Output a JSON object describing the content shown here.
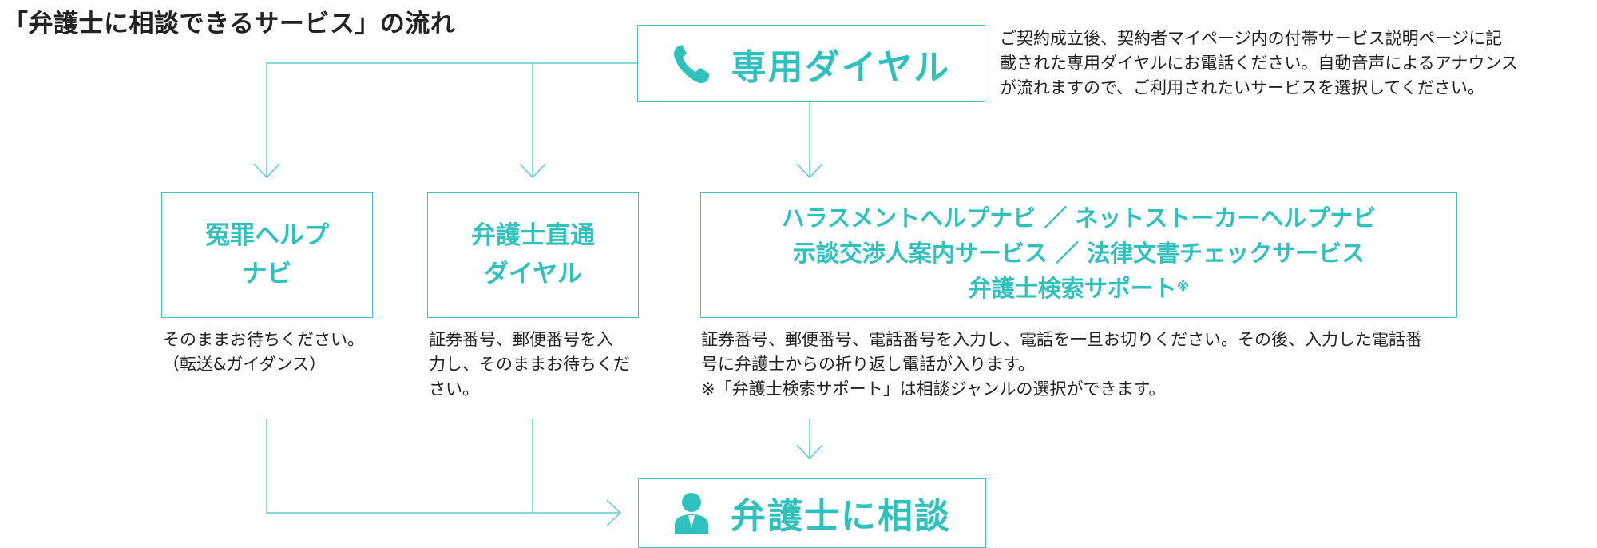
{
  "title": "「弁護士に相談できるサービス」の流れ",
  "dial": {
    "label": "専用ダイヤル",
    "icon": "phone-icon",
    "description_lines": [
      "ご契約成立後、契約者マイページ内の付帯サービス説明ページに記",
      "載された専用ダイヤルにお電話ください。自動音声によるアナウンス",
      "が流れますので、ご利用されたいサービスを選択してください。"
    ]
  },
  "services": [
    {
      "lines": [
        "冤罪ヘルプ",
        "ナビ"
      ],
      "description_lines": [
        "そのままお待ちください。",
        "（転送&ガイダンス）"
      ]
    },
    {
      "lines": [
        "弁護士直通",
        "ダイヤル"
      ],
      "description_lines": [
        "証券番号、郵便番号を入",
        "力し、そのままお待ちくだ",
        "さい。"
      ]
    },
    {
      "lines": [
        "ハラスメントヘルプナビ ／ ネットストーカーヘルプナビ",
        "示談交渉人案内サービス ／ 法律文書チェックサービス",
        "弁護士検索サポート"
      ],
      "mark": "※",
      "description_lines": [
        "証券番号、郵便番号、電話番号を入力し、電話を一旦お切りください。その後、入力した電話番",
        "号に弁護士からの折り返し電話が入ります。",
        "※「弁護士検索サポート」は相談ジャンルの選択ができます。"
      ]
    }
  ],
  "consult": {
    "label": "弁護士に相談",
    "icon": "lawyer-person-icon"
  },
  "colors": {
    "accent": "#2fc1bd",
    "line": "#3cc6c2",
    "text": "#222222"
  }
}
